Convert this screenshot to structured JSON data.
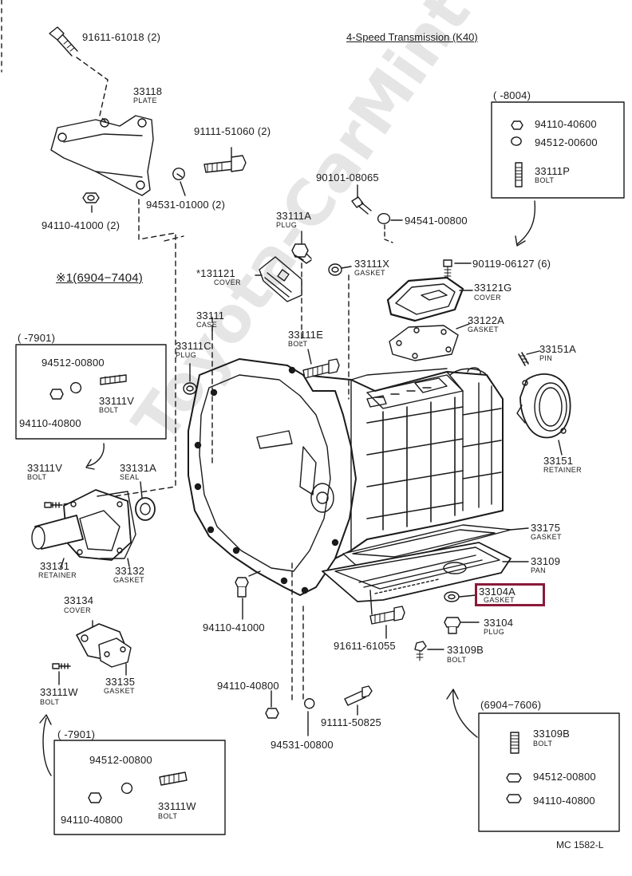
{
  "title": "4-Speed Transmission (K40)",
  "footer_code": "MC 1582-L",
  "watermark": "Toyota-CarMint",
  "highlight_colour": "#8b1a3a",
  "labels": {
    "p91611_61018": "91611-61018 (2)",
    "p33118": "33118",
    "p33118_sub": "PLATE",
    "p91111_51060": "91111-51060 (2)",
    "p94531_01000": "94531-01000 (2)",
    "p94110_41000a": "94110-41000 (2)",
    "p90101_08065": "90101-08065",
    "p94541_00800": "94541-00800",
    "p33111A": "33111A",
    "p33111A_sub": "PLUG",
    "p33111X": "33111X",
    "p33111X_sub": "GASKET",
    "p90119_06127": "90119-06127 (6)",
    "p33121G": "33121G",
    "p33121G_sub": "COVER",
    "p33122A": "33122A",
    "p33122A_sub": "GASKET",
    "p33151A": "33151A",
    "p33151A_sub": "PIN",
    "p33151": "33151",
    "p33151_sub": "RETAINER",
    "p131121": "*131121",
    "p131121_sub": "COVER",
    "p33111": "33111",
    "p33111_sub": "CASE",
    "p33111C": "33111C",
    "p33111C_sub": "PLUG",
    "p33111E": "33111E",
    "p33111E_sub": "BOLT",
    "note1": "※1(6904−7404)",
    "p33175": "33175",
    "p33175_sub": "GASKET",
    "p33109": "33109",
    "p33109_sub": "PAN",
    "p33104A": "33104A",
    "p33104A_sub": "GASKET",
    "p33104": "33104",
    "p33104_sub": "PLUG",
    "p33109B": "33109B",
    "p33109B_sub": "BOLT",
    "p91611_61055": "91611-61055",
    "p94110_41000b": "94110-41000",
    "p94110_40800a": "94110-40800",
    "p94531_00800": "94531-00800",
    "p91111_50825": "91111-50825",
    "p33111V_left": "33111V",
    "p33111V_left_sub": "BOLT",
    "p33131A": "33131A",
    "p33131A_sub": "SEAL",
    "p33131": "33131",
    "p33131_sub": "RETAINER",
    "p33132": "33132",
    "p33132_sub": "GASKET",
    "p33134": "33134",
    "p33134_sub": "COVER",
    "p33135": "33135",
    "p33135_sub": "GASKET",
    "p33111W": "33111W",
    "p33111W_sub": "BOLT"
  },
  "box_top_right": {
    "range": "(        -8004)",
    "items": [
      {
        "pn": "94110-40600"
      },
      {
        "pn": "94512-00600"
      },
      {
        "pn": "33111P",
        "sub": "BOLT"
      }
    ]
  },
  "box_left_mid": {
    "range": "(        -7901)",
    "p94512": "94512-00800",
    "p33111V": "33111V",
    "p33111V_sub": "BOLT",
    "p94110": "94110-40800"
  },
  "box_bottom_left": {
    "range": "(        -7901)",
    "p94512": "94512-00800",
    "p33111W": "33111W",
    "p33111W_sub": "BOLT",
    "p94110": "94110-40800"
  },
  "box_bottom_right": {
    "range": "(6904−7606)",
    "p33109B": "33109B",
    "p33109B_sub": "BOLT",
    "p94512": "94512-00800",
    "p94110": "94110-40800"
  }
}
